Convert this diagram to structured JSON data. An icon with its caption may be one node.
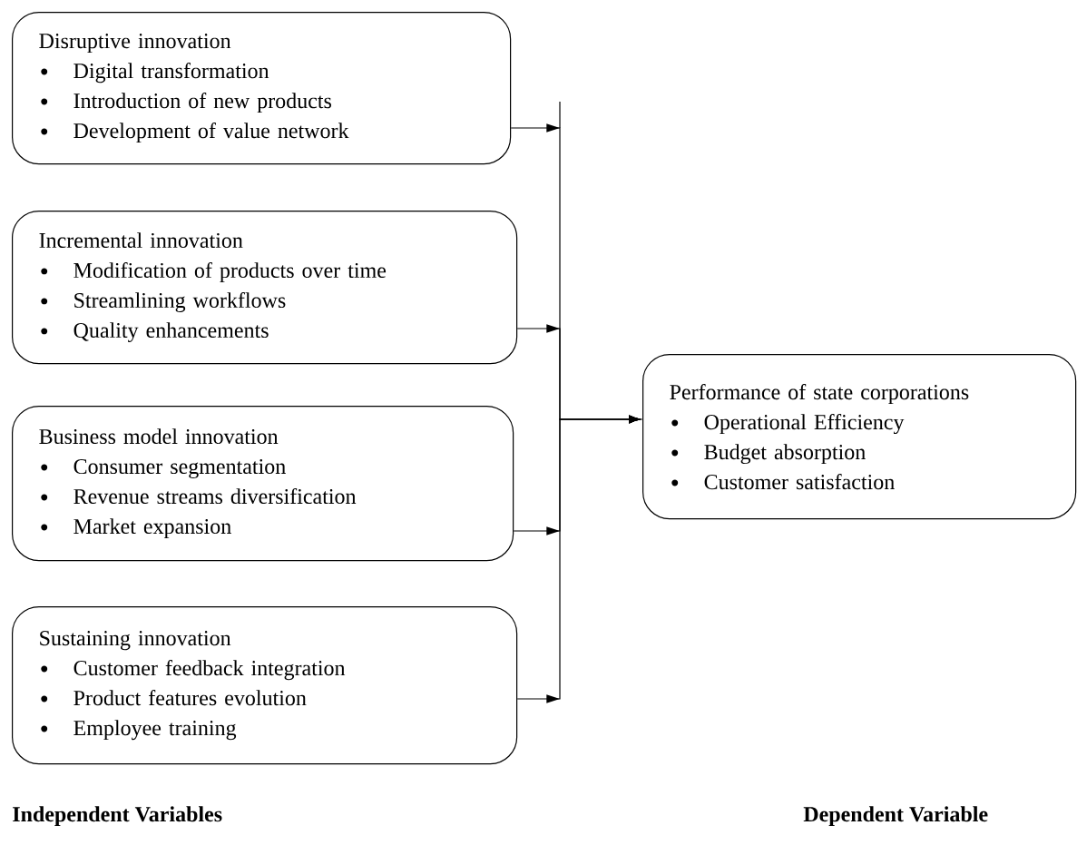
{
  "diagram": {
    "nodes": [
      {
        "text": [
          "Disruptive innovation",
          "Digital transformation",
          "Introduction of new products",
          "Development of value network"
        ]
      },
      {
        "text": [
          "Incremental innovation",
          "Modification of products over time",
          "Streamlining workflows",
          "Quality enhancements"
        ]
      },
      {
        "text": [
          "Business model innovation",
          "Consumer segmentation",
          "Revenue streams diversification",
          "Market expansion"
        ]
      },
      {
        "text": [
          "Sustaining innovation",
          "Customer feedback integration",
          "Product features evolution",
          "Employee training"
        ]
      },
      {
        "text": [
          "Performance of state corporations",
          "Operational Efficiency",
          "Budget absorption",
          "Customer satisfaction"
        ]
      }
    ],
    "edges": [
      {
        "from": 0,
        "to": 4,
        "arrow": "to"
      },
      {
        "from": 1,
        "to": 4,
        "arrow": "to"
      },
      {
        "from": 2,
        "to": 4,
        "arrow": "to"
      },
      {
        "from": 3,
        "to": 4,
        "arrow": "to"
      }
    ],
    "labels": [
      "Independent Variables",
      "Dependent Variable"
    ]
  }
}
